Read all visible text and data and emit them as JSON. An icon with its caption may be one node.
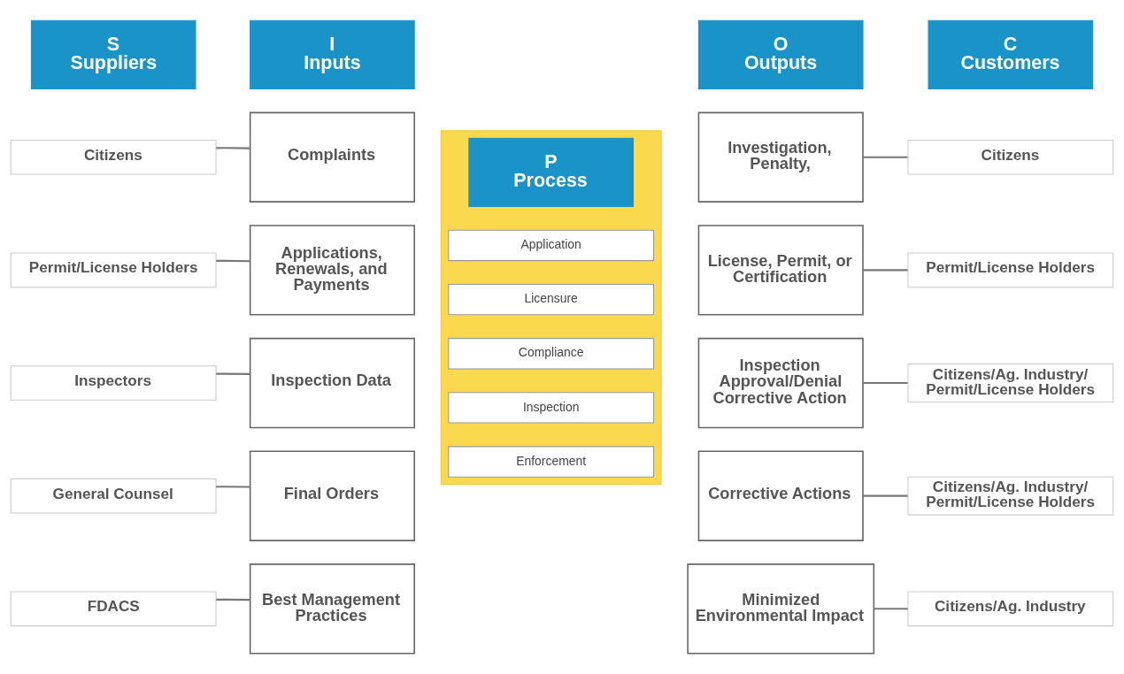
{
  "diagram": {
    "nodes": [
      {
        "text": [
          "S",
          "Suppliers"
        ]
      },
      {
        "text": [
          "I",
          "Inputs"
        ]
      },
      {
        "text": [],
        "shape": "bar"
      },
      {
        "text": [
          "P",
          "Process"
        ],
        "in": 2
      },
      {
        "text": [
          "O",
          "Outputs"
        ]
      },
      {
        "text": [
          "C",
          "Customers"
        ]
      },
      {
        "text": [
          "Application"
        ],
        "in": 2
      },
      {
        "text": [
          "Licensure"
        ],
        "in": 2
      },
      {
        "text": [
          "Compliance"
        ],
        "in": 2
      },
      {
        "text": [
          "Inspection"
        ],
        "in": 2
      },
      {
        "text": [
          "Enforcement"
        ],
        "in": 2
      },
      {
        "text": [
          "Citizens"
        ]
      },
      {
        "text": [
          "Complaints"
        ]
      },
      {
        "text": [
          "Investigation, Penalty,"
        ]
      },
      {
        "text": [
          "Citizens"
        ]
      },
      {
        "text": [
          "Permit/License Holders"
        ]
      },
      {
        "text": [
          "Applications, Renewals, and Payments"
        ]
      },
      {
        "text": [
          "License, Permit, or Certification"
        ]
      },
      {
        "text": [
          "Permit/License Holders"
        ]
      },
      {
        "text": [
          "Inspectors"
        ]
      },
      {
        "text": [
          "Inspection Data"
        ]
      },
      {
        "text": [
          "Inspection Approval/Denial",
          "Corrective Action"
        ]
      },
      {
        "text": [
          "Citizens/Ag. Industry/ Permit/License Holders"
        ]
      },
      {
        "text": [
          "General Counsel"
        ]
      },
      {
        "text": [
          "Final Orders"
        ]
      },
      {
        "text": [
          "Corrective Actions"
        ]
      },
      {
        "text": [
          "Citizens/Ag. Industry/ Permit/License Holders"
        ]
      },
      {
        "text": [
          "FDACS"
        ]
      },
      {
        "text": [
          "Best Management Practices"
        ]
      },
      {
        "text": [
          "Minimized Environmental Impact"
        ]
      },
      {
        "text": [
          "Citizens/Ag. Industry"
        ]
      }
    ],
    "edges": [
      {
        "from": 11,
        "to": 12,
        "arrow": "none"
      },
      {
        "from": 13,
        "to": 14,
        "arrow": "none"
      },
      {
        "from": 15,
        "to": 16,
        "arrow": "none"
      },
      {
        "from": 17,
        "to": 18,
        "arrow": "none"
      },
      {
        "from": 19,
        "to": 20,
        "arrow": "none"
      },
      {
        "from": 21,
        "to": 22,
        "arrow": "none"
      },
      {
        "from": 23,
        "to": 24,
        "arrow": "none"
      },
      {
        "from": 25,
        "to": 26,
        "arrow": "none"
      },
      {
        "from": 27,
        "to": 28,
        "arrow": "none"
      },
      {
        "from": 29,
        "to": 30,
        "arrow": "none"
      }
    ]
  }
}
